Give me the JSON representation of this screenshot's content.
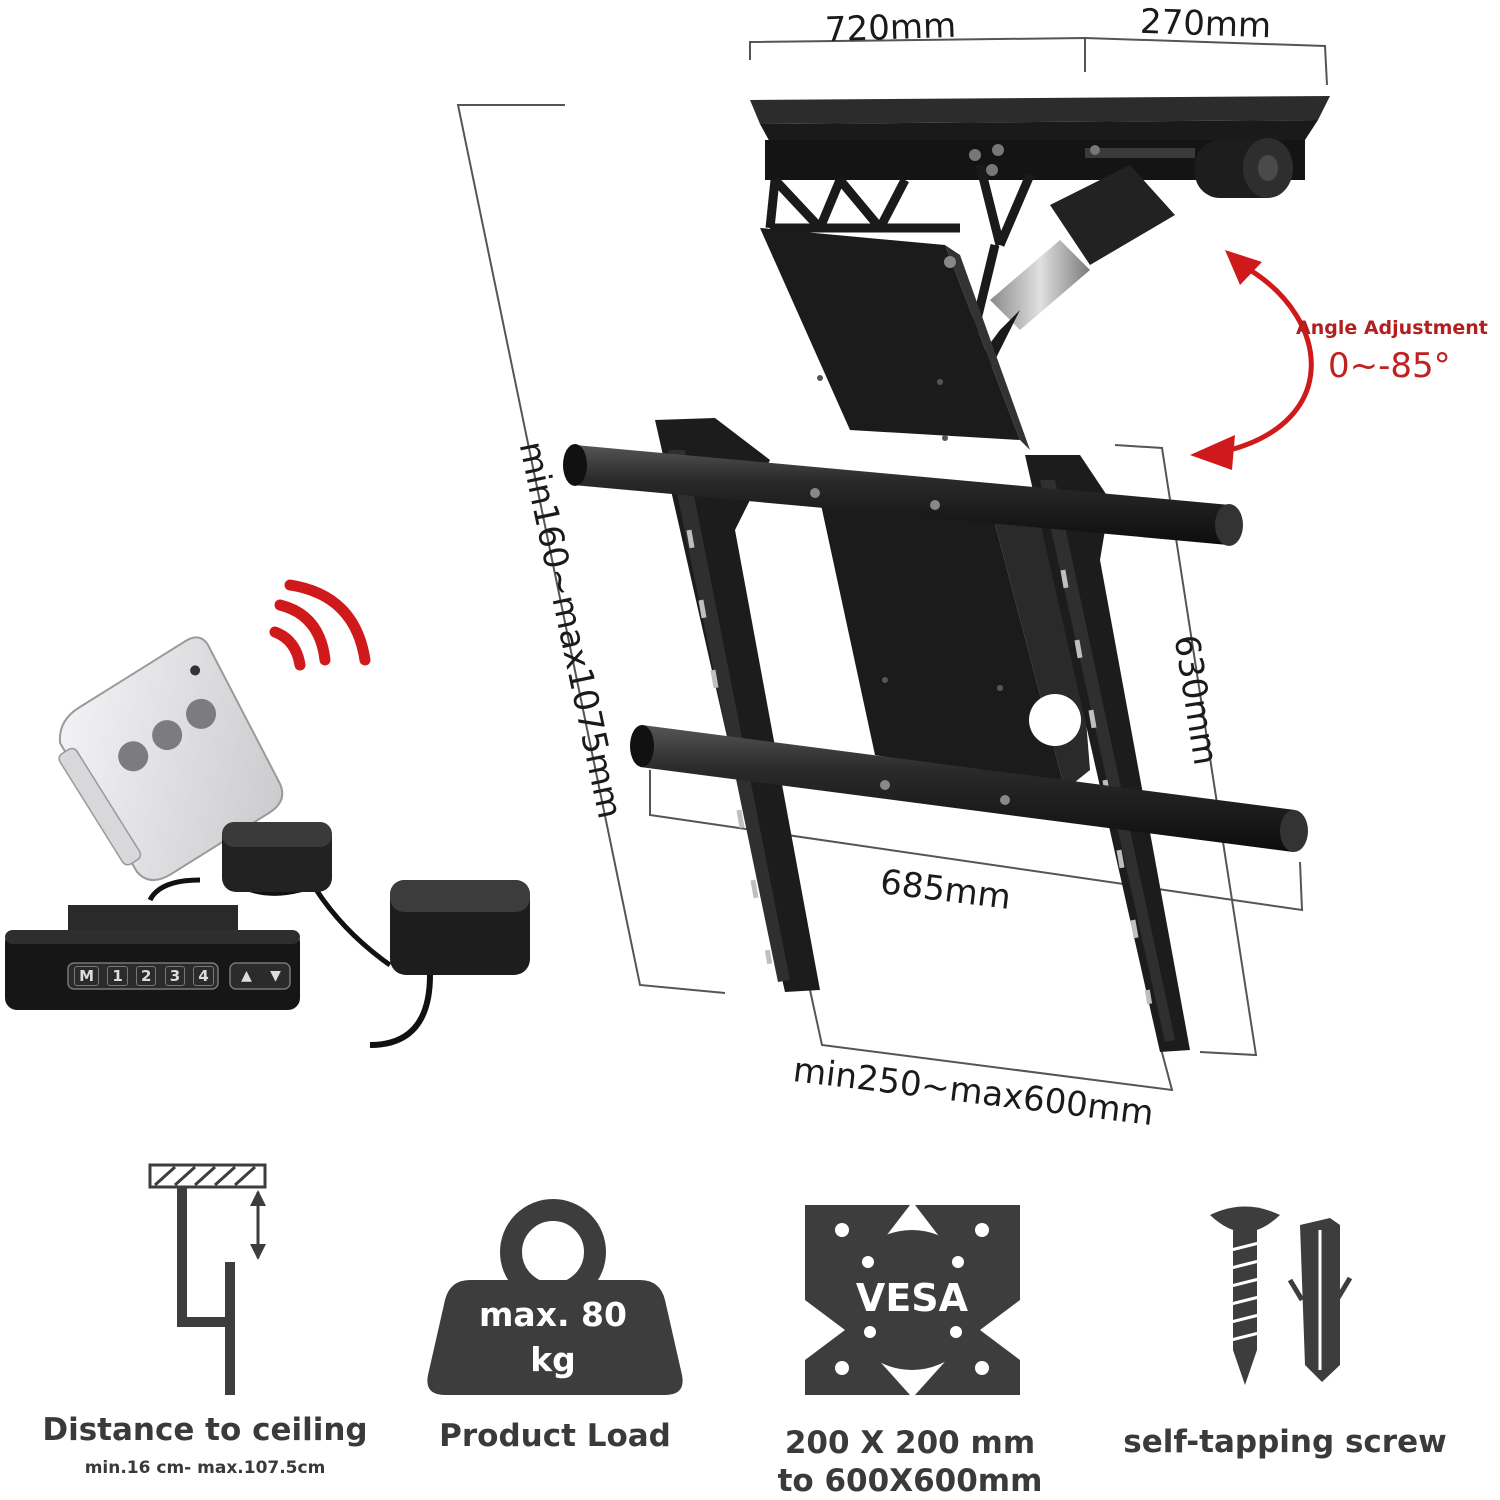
{
  "dimensions": {
    "width_top": "720mm",
    "depth_top": "270mm",
    "height_range": "min160~max1075mm",
    "plate_height": "630mm",
    "plate_width": "685mm",
    "arm_spacing": "min250~max600mm"
  },
  "angle": {
    "title": "Angle Adjustment",
    "value": "0~-85°"
  },
  "controller": {
    "keys": [
      "M",
      "1",
      "2",
      "3",
      "4"
    ]
  },
  "features": [
    {
      "title": "Distance to ceiling",
      "subtitle": "min.16 cm- max.107.5cm"
    },
    {
      "title": "Product Load",
      "badge_line1": "max. 80",
      "badge_line2": "kg"
    },
    {
      "title_line1": "200 X 200 mm",
      "title_line2": "to 600X600mm",
      "badge": "VESA"
    },
    {
      "title": "self-tapping screw"
    }
  ],
  "colors": {
    "mount": "#1c1c1c",
    "accent": "#d0191b",
    "icon": "#3d3d3d",
    "remote": "#e8e8ea"
  }
}
